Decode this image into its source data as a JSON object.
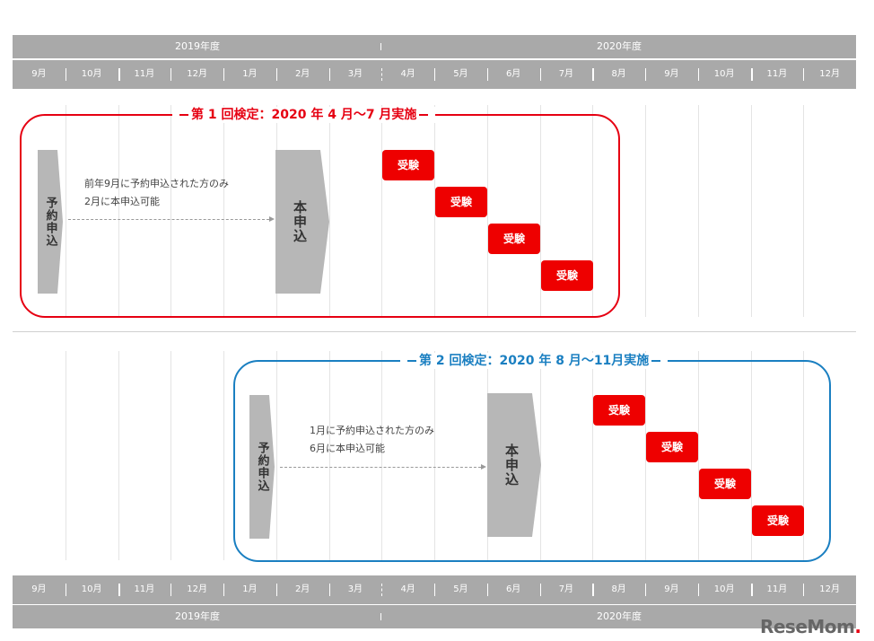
{
  "timeline": {
    "years": [
      {
        "label": "2019年度"
      },
      {
        "label": "2020年度"
      }
    ],
    "months": [
      "9月",
      "10月",
      "11月",
      "12月",
      "1月",
      "2月",
      "3月",
      "4月",
      "5月",
      "6月",
      "7月",
      "8月",
      "9月",
      "10月",
      "11月",
      "12月"
    ]
  },
  "exam1": {
    "title": "第 1 回検定：2020 年 4 月〜7 月実施",
    "pre_application": "予約申込",
    "note_line1": "前年9月に予約申込された方のみ",
    "note_line2": "2月に本申込可能",
    "main_application": "本申込",
    "exam_label": "受験",
    "exam_months": [
      "4月",
      "5月",
      "6月",
      "7月"
    ]
  },
  "exam2": {
    "title": "第 2 回検定：2020 年 8 月〜11月実施",
    "pre_application": "予約申込",
    "note_line1": "1月に予約申込された方のみ",
    "note_line2": "6月に本申込可能",
    "main_application": "本申込",
    "exam_label": "受験",
    "exam_months": [
      "8月",
      "9月",
      "10月",
      "11月"
    ]
  },
  "logo": {
    "text": "ReseMom",
    "accent": "."
  },
  "colors": {
    "exam1": "#e60012",
    "exam2": "#1a7fc1",
    "exam_box": "#ee0000",
    "bar": "#a9a9a9"
  }
}
